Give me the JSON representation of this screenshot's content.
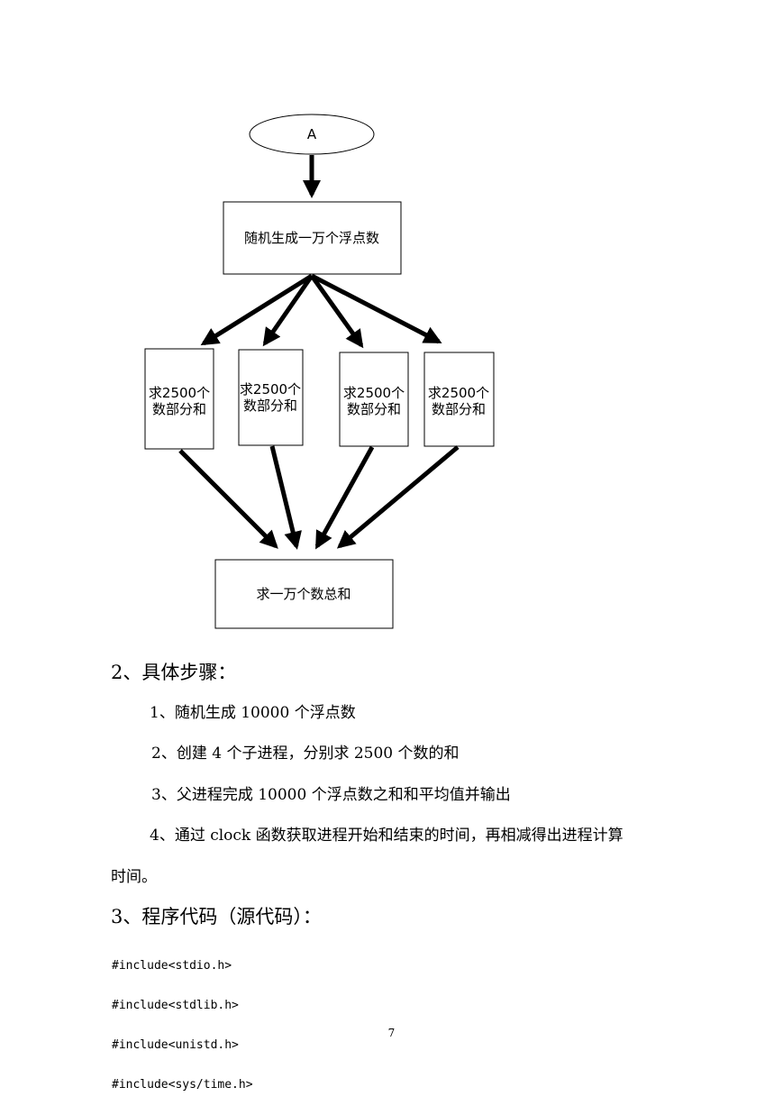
{
  "flowchart": {
    "start": "A",
    "generate": "随机生成一万个浮点数",
    "workers": [
      {
        "line1": "求2500个",
        "line2": "数部分和"
      },
      {
        "line1": "求2500个",
        "line2": "数部分和"
      },
      {
        "line1": "求2500个",
        "line2": "数部分和"
      },
      {
        "line1": "求2500个",
        "line2": "数部分和"
      }
    ],
    "total": "求一万个数总和"
  },
  "section2": {
    "heading": "2、具体步骤：",
    "steps": [
      "1、随机生成 10000 个浮点数",
      "2、创建 4 个子进程，分别求 2500 个数的和",
      "3、父进程完成 10000 个浮点数之和和平均值并输出",
      "4、通过 clock 函数获取进程开始和结束的时间，再相减得出进程计算"
    ],
    "step4_cont": "时间。"
  },
  "section3": {
    "heading": "3、程序代码（源代码）：",
    "code": [
      "#include<stdio.h>",
      "#include<stdlib.h>",
      "#include<unistd.h>",
      "#include<sys/time.h>"
    ]
  },
  "page_number": "7"
}
